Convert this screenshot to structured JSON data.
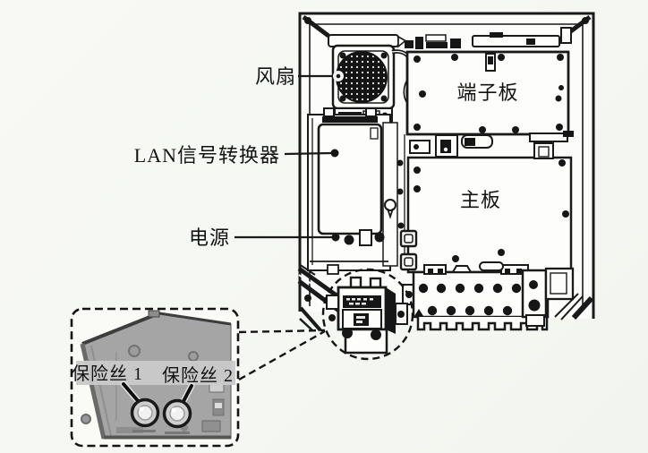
{
  "figure": {
    "kind": "equipment-internal-structure-diagram",
    "labels": {
      "fan": "风扇",
      "terminal_board": "端子板",
      "lan_converter": "LAN信号转换器",
      "main_board": "主板",
      "power": "电源",
      "fuse1": "保险丝 1",
      "fuse2": "保险丝 2"
    },
    "colors": {
      "paper": "#f7f8f4",
      "line_ink": "#1a1a1a",
      "board_fill": "#fdfdfb",
      "photo_gray": "#a5a5a5",
      "label_band": "#c9c9c9"
    }
  }
}
